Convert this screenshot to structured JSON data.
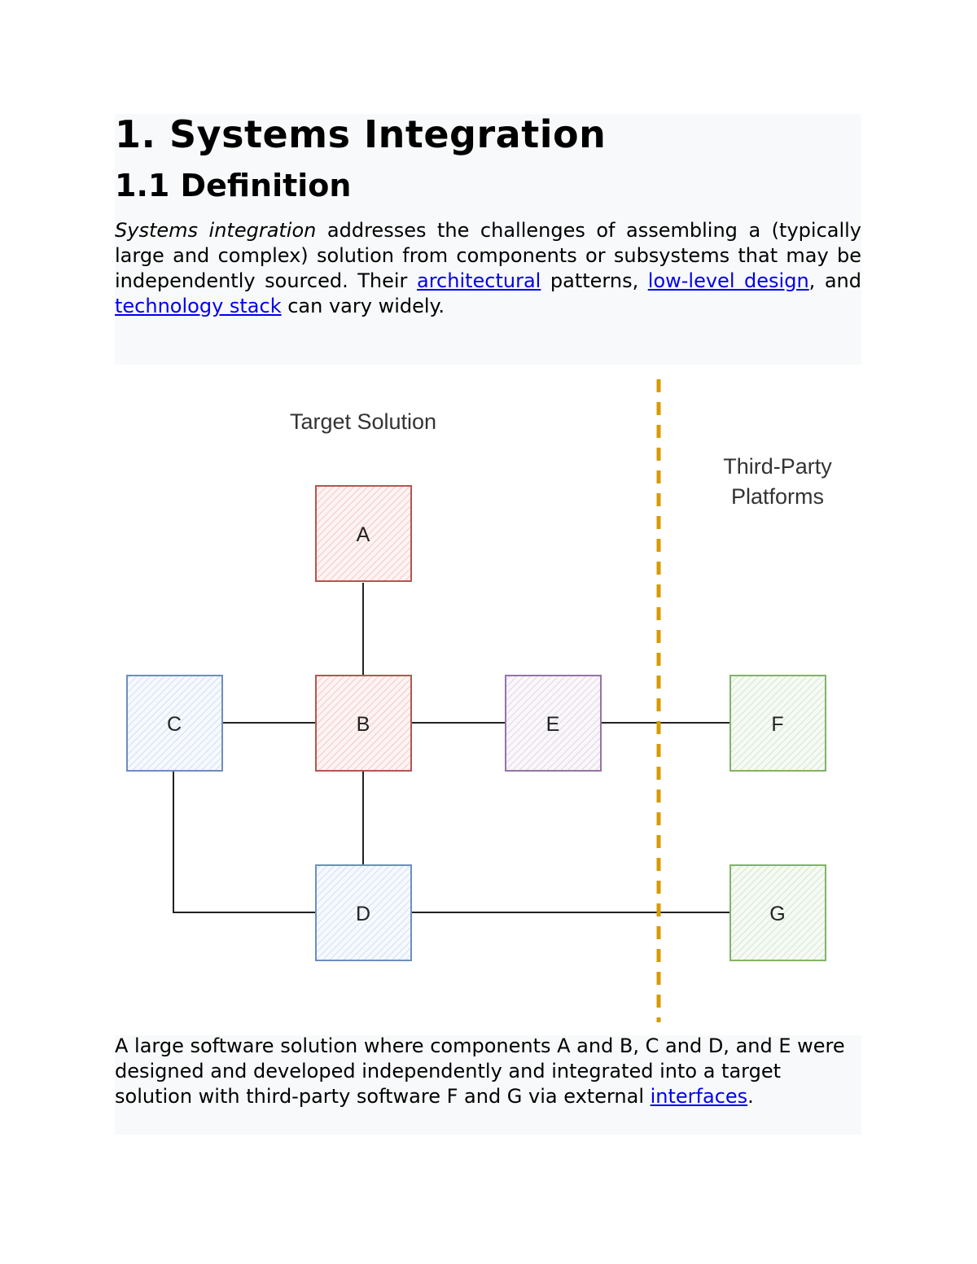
{
  "heading": "1. Systems Integration",
  "subheading": "1.1 Definition",
  "definition": {
    "term": "Systems integration",
    "text1": " addresses the challenges of assembling a (typically large and complex) solution from components or subsystems that may be independently sourced. Their ",
    "link_architectural": "architectural",
    "text2": " patterns, ",
    "link_design": "low-level design",
    "text3": ", and ",
    "link_stack": "technology stack",
    "text4": " can vary widely."
  },
  "diagram": {
    "target_label": "Target Solution",
    "third_party_label_line1": "Third-Party",
    "third_party_label_line2": "Platforms",
    "nodes": {
      "a": "A",
      "b": "B",
      "c": "C",
      "d": "D",
      "e": "E",
      "f": "F",
      "g": "G"
    },
    "colors": {
      "red": "#b85450",
      "red_fill": "#f8cecc",
      "blue": "#6c8ebf",
      "blue_fill": "#dae8fc",
      "purple": "#9673a6",
      "purple_fill": "#e1d5e7",
      "green": "#82b366",
      "green_fill": "#d5e8d4",
      "divider": "#d79b00"
    }
  },
  "caption": {
    "text": "A large software solution where components A and B, C and D, and E were designed and developed independently and integrated into a target solution with third-party software F and G via external ",
    "link": "interfaces",
    "end": "."
  }
}
